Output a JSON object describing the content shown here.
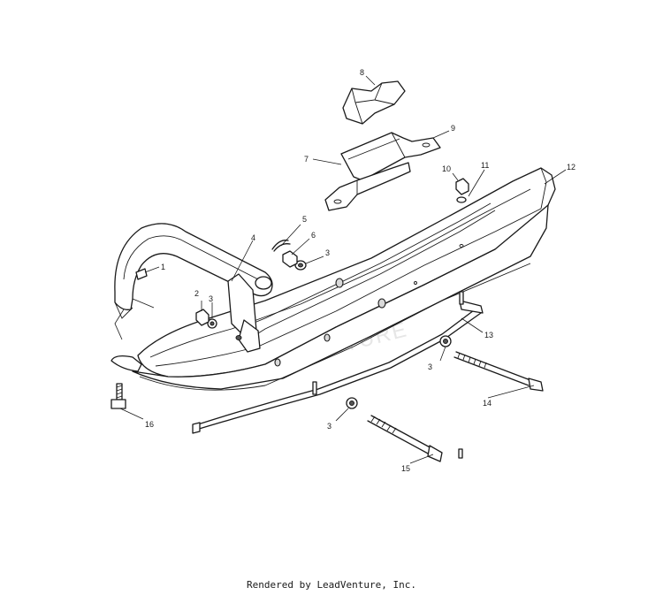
{
  "callouts": {
    "c1": "1",
    "c2": "2",
    "c3a": "3",
    "c3b": "3",
    "c3c": "3",
    "c3d": "3",
    "c4": "4",
    "c5": "5",
    "c6": "6",
    "c7": "7",
    "c8": "8",
    "c9": "9",
    "c10": "10",
    "c11": "11",
    "c12": "12",
    "c13": "13",
    "c14": "14",
    "c15": "15",
    "c16": "16"
  },
  "watermark": "ADVENTURE",
  "footer": "Rendered by LeadVenture, Inc."
}
